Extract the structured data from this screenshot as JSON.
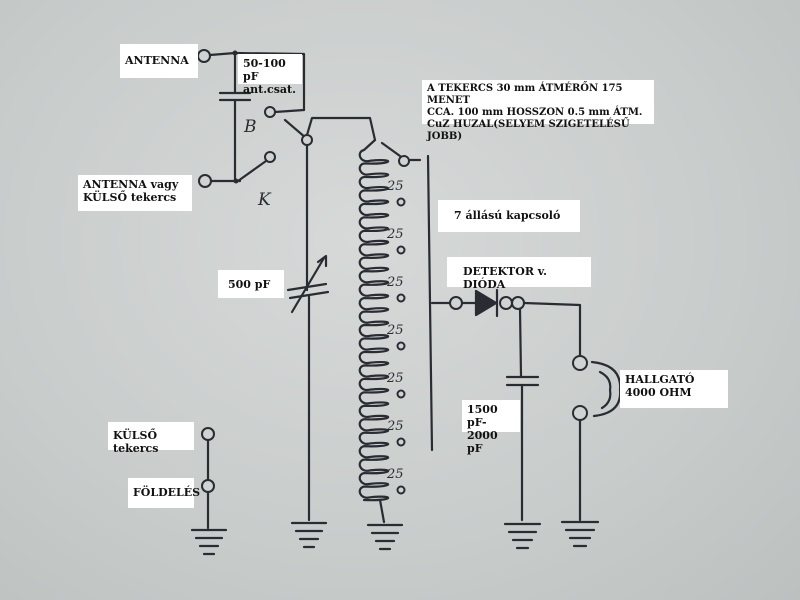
{
  "labels": {
    "antenna": "ANTENNA",
    "cap_antenna": "50-100 pF\nant.csat.",
    "coil_note": "A TEKERCS 30 mm ÁTMÉRŐN 175 MENET\nCCA. 100 mm HOSSZON 0.5 mm ÁTM.\nCuZ HUZAL(SELYEM SZIGETELÉSŰ JOBB)",
    "antenna_or_external": "ANTENNA vagy\nKÜLSŐ tekercs",
    "switch_7": "7 állású kapcsoló",
    "detector": "DETEKTOR v. DIÓDA",
    "cap_variable": "500 pF",
    "headphone": "HALLGATÓ\n   4000 OHM",
    "cap_bypass": "1500 pF-\n2000 pF",
    "external_coil": "KÜLSŐ tekercs",
    "ground": "FÖLDELÉS"
  },
  "switch_marks": {
    "b": "B",
    "k": "K"
  },
  "coil_taps": [
    "25",
    "25",
    "25",
    "25",
    "25",
    "25",
    "25"
  ]
}
